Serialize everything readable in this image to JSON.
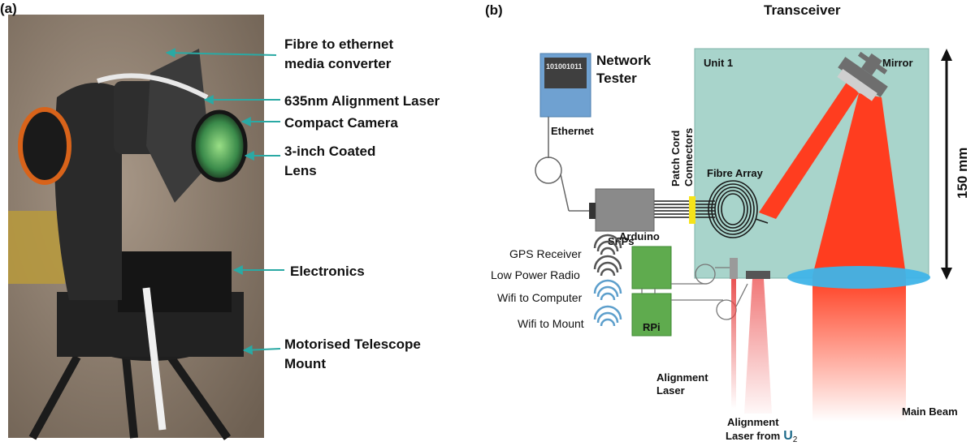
{
  "panel_a": {
    "tag": "(a)",
    "callouts": [
      {
        "line1": "Fibre to ethernet",
        "line2": "media converter"
      },
      {
        "line1": "635nm Alignment Laser",
        "line2": ""
      },
      {
        "line1": "Compact Camera",
        "line2": ""
      },
      {
        "line1": "3-inch Coated",
        "line2": "Lens"
      },
      {
        "line1": "Electronics",
        "line2": ""
      },
      {
        "line1": "Motorised Telescope",
        "line2": "Mount"
      }
    ]
  },
  "panel_b": {
    "tag": "(b)",
    "title": "Transceiver",
    "network_tester": {
      "line1": "Network",
      "line2": "Tester",
      "display": "101001011"
    },
    "ethernet": "Ethernet",
    "sfps": "SFPs",
    "patch_cord": {
      "line1": "Patch Cord",
      "line2": "Connectors"
    },
    "fibre_array": "Fibre Array",
    "unit": "Unit 1",
    "mirror": "Mirror",
    "dimension": "150 mm",
    "arduino": "Arduino",
    "rpi": "RPi",
    "wireless": [
      {
        "label": "GPS Receiver",
        "color": "#555555"
      },
      {
        "label": "Low Power Radio",
        "color": "#555555"
      },
      {
        "label": "Wifi to Computer",
        "color": "#5d9fcc"
      },
      {
        "label": "Wifi to Mount",
        "color": "#5d9fcc"
      }
    ],
    "alignment_laser": {
      "line1": "Alignment",
      "line2": "Laser"
    },
    "alignment_laser_u2": {
      "line1": "Alignment",
      "line2": "Laser from",
      "unit": "U",
      "sub": "2"
    },
    "main_beam": "Main Beam"
  },
  "colors": {
    "unit_box": "#a8d4cb",
    "beam": "#ff3d1f",
    "tester": "#6fa1d1",
    "board": "#5fab4e",
    "callout_arrow": "#2aa9a4",
    "lens": "#3fb4e8"
  }
}
